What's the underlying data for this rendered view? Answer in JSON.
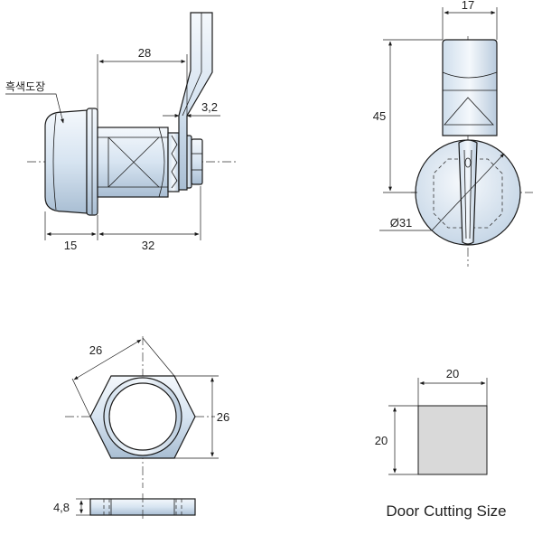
{
  "side_view": {
    "dim_handle_offset": "28",
    "dim_handle_thickness": "3,2",
    "dim_head_length": "15",
    "dim_body_length": "32",
    "finish_note": "흑색도장"
  },
  "front_view": {
    "dim_handle_width": "17",
    "dim_height": "45",
    "dim_diameter": "Ø31"
  },
  "nut_view": {
    "dim_across_corners": "26",
    "dim_across_flats": "26",
    "dim_thickness": "4,8"
  },
  "cutout_view": {
    "dim_width": "20",
    "dim_height": "20",
    "caption": "Door Cutting Size",
    "fill_color": "#d9d9d9"
  },
  "colors": {
    "metal_light": "#f4f8fc",
    "metal_mid": "#d7e4f1",
    "metal_dark": "#9fb4c9"
  }
}
